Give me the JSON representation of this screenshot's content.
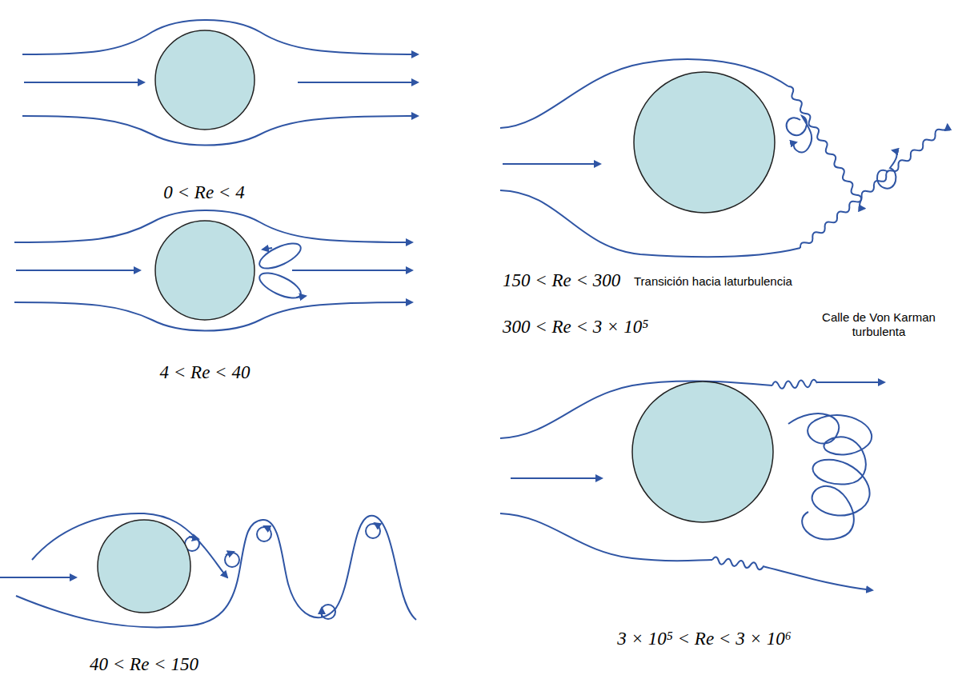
{
  "diagram": {
    "labels": [
      "0 < Re < 4",
      "4 < Re < 40",
      "40 < Re < 150",
      "150 < Re < 300",
      "Transición hacia laturbulencia",
      "300 < Re < 3 × 10⁵",
      "Calle de Von Karman turbulenta",
      "3 × 10⁵ < Re < 3 × 10⁶"
    ]
  }
}
